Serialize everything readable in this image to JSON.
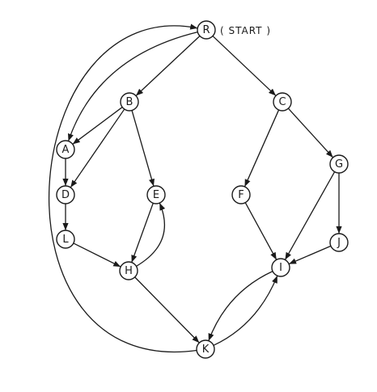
{
  "diagram": {
    "annotation": "( START )",
    "nodes": [
      {
        "id": "R",
        "label": "R"
      },
      {
        "id": "B",
        "label": "B"
      },
      {
        "id": "C",
        "label": "C"
      },
      {
        "id": "A",
        "label": "A"
      },
      {
        "id": "D",
        "label": "D"
      },
      {
        "id": "E",
        "label": "E"
      },
      {
        "id": "F",
        "label": "F"
      },
      {
        "id": "G",
        "label": "G"
      },
      {
        "id": "L",
        "label": "L"
      },
      {
        "id": "H",
        "label": "H"
      },
      {
        "id": "J",
        "label": "J"
      },
      {
        "id": "I",
        "label": "I"
      },
      {
        "id": "K",
        "label": "K"
      }
    ],
    "edges": [
      {
        "from": "R",
        "to": "B"
      },
      {
        "from": "R",
        "to": "C"
      },
      {
        "from": "R",
        "to": "A"
      },
      {
        "from": "K",
        "to": "R"
      },
      {
        "from": "B",
        "to": "A"
      },
      {
        "from": "B",
        "to": "D"
      },
      {
        "from": "B",
        "to": "E"
      },
      {
        "from": "A",
        "to": "D"
      },
      {
        "from": "D",
        "to": "L"
      },
      {
        "from": "L",
        "to": "H"
      },
      {
        "from": "E",
        "to": "H"
      },
      {
        "from": "H",
        "to": "E"
      },
      {
        "from": "H",
        "to": "K"
      },
      {
        "from": "C",
        "to": "F"
      },
      {
        "from": "C",
        "to": "G"
      },
      {
        "from": "F",
        "to": "I"
      },
      {
        "from": "G",
        "to": "I"
      },
      {
        "from": "G",
        "to": "J"
      },
      {
        "from": "J",
        "to": "I"
      },
      {
        "from": "I",
        "to": "K"
      },
      {
        "from": "K",
        "to": "I"
      }
    ],
    "colors": {
      "stroke": "#1a1a1a",
      "background": "#ffffff"
    }
  }
}
